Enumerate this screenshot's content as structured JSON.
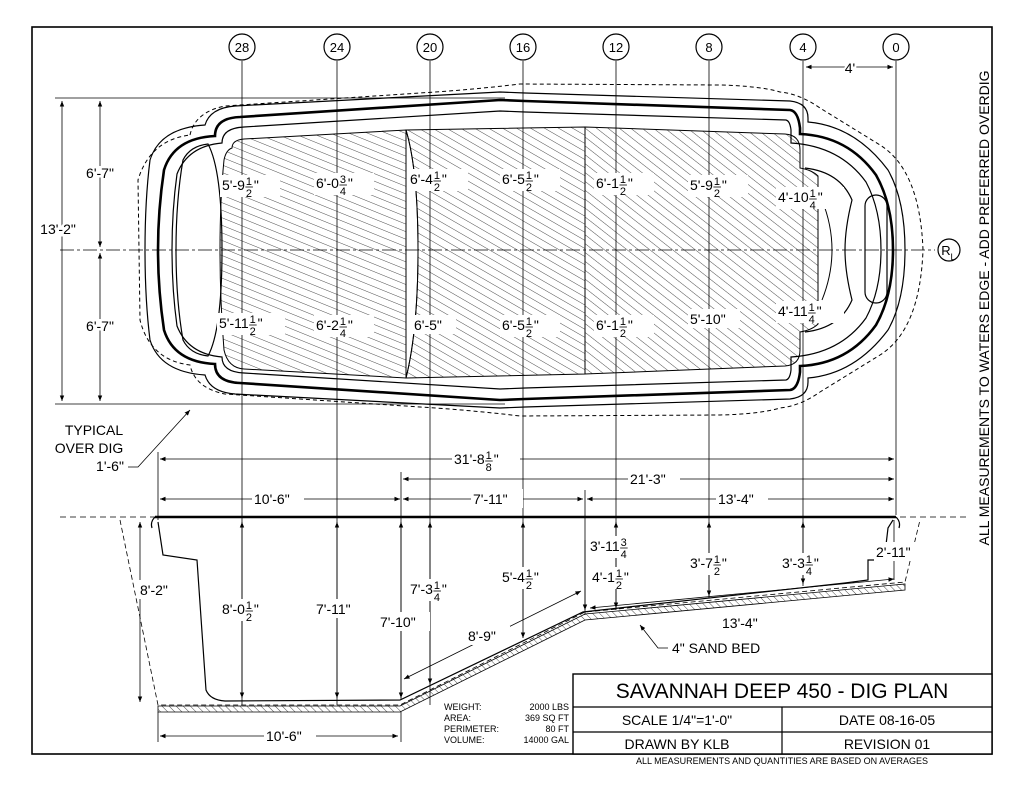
{
  "title_block": {
    "title": "SAVANNAH DEEP 450 - DIG PLAN",
    "scale": "SCALE 1/4\"=1'-0\"",
    "date": "DATE 08-16-05",
    "drawn_by": "DRAWN BY KLB",
    "revision": "REVISION 01",
    "footnote": "ALL MEASUREMENTS AND QUANTITIES ARE BASED ON AVERAGES"
  },
  "specs": [
    {
      "label": "WEIGHT:",
      "value": "2000 LBS"
    },
    {
      "label": "AREA:",
      "value": "369 SQ FT"
    },
    {
      "label": "PERIMETER:",
      "value": "80 FT"
    },
    {
      "label": "VOLUME:",
      "value": "14000 GAL"
    }
  ],
  "side_note": "ALL MEASUREMENTS TO WATERS EDGE - ADD PREFERRED OVERDIG",
  "stations": [
    "28",
    "24",
    "20",
    "16",
    "12",
    "8",
    "4",
    "0"
  ],
  "centerline_symbol": "R",
  "centerline_sub": "L",
  "plan": {
    "offset_4": "4'",
    "overall_width": "13'-2\"",
    "half_width_top": "6'-7\"",
    "half_width_bottom": "6'-7\"",
    "overdig_1": "TYPICAL",
    "overdig_2": "OVER DIG",
    "overdig_3": "1'-6\"",
    "depth_labels": [
      {
        "w": "5'-9",
        "n": "1",
        "d": "2",
        "s": "\""
      },
      {
        "w": "6'-0",
        "n": "3",
        "d": "4",
        "s": "\""
      },
      {
        "w": "6'-4",
        "n": "1",
        "d": "2",
        "s": "\""
      },
      {
        "w": "6'-5",
        "n": "1",
        "d": "2",
        "s": "\""
      },
      {
        "w": "6'-1",
        "n": "1",
        "d": "2",
        "s": "\""
      },
      {
        "w": "5'-9",
        "n": "1",
        "d": "2",
        "s": "\""
      },
      {
        "w": "4'-10",
        "n": "1",
        "d": "4",
        "s": "\""
      },
      {
        "w": "5'-11",
        "n": "1",
        "d": "2",
        "s": "\""
      },
      {
        "w": "6'-2",
        "n": "1",
        "d": "4",
        "s": "\""
      },
      {
        "w": "6'-5\"",
        "n": "",
        "d": "",
        "s": ""
      },
      {
        "w": "6'-5",
        "n": "1",
        "d": "2",
        "s": "\""
      },
      {
        "w": "6'-1",
        "n": "1",
        "d": "2",
        "s": "\""
      },
      {
        "w": "5'-10\"",
        "n": "",
        "d": "",
        "s": ""
      },
      {
        "w": "4'-11",
        "n": "1",
        "d": "4",
        "s": "\""
      }
    ]
  },
  "length_dims": {
    "overall": {
      "w": "31'-8",
      "n": "1",
      "d": "8"
    },
    "partial": "21'-3\"",
    "seg_a": "10'-6\"",
    "seg_b": "7'-11\"",
    "seg_c": "13'-4\""
  },
  "section": {
    "labels": [
      {
        "w": "8'-2\"",
        "n": "",
        "d": "",
        "s": ""
      },
      {
        "w": "8'-0",
        "n": "1",
        "d": "2",
        "s": "\""
      },
      {
        "w": "7'-11\"",
        "n": "",
        "d": "",
        "s": ""
      },
      {
        "w": "7'-3",
        "n": "1",
        "d": "4",
        "s": "\""
      },
      {
        "w": "7'-10\"",
        "n": "",
        "d": "",
        "s": ""
      },
      {
        "w": "5'-4",
        "n": "1",
        "d": "2",
        "s": "\""
      },
      {
        "w": "4'-1",
        "n": "1",
        "d": "2",
        "s": "\""
      },
      {
        "w": "3'-11",
        "n": "3",
        "d": "4",
        "s": ""
      },
      {
        "w": "3'-7",
        "n": "1",
        "d": "2",
        "s": "\""
      },
      {
        "w": "3'-3",
        "n": "1",
        "d": "4",
        "s": "\""
      },
      {
        "w": "2'-11\"",
        "n": "",
        "d": "",
        "s": ""
      },
      {
        "w": "8'-9\"",
        "n": "",
        "d": "",
        "s": ""
      },
      {
        "w": "13'-4\"",
        "n": "",
        "d": "",
        "s": ""
      },
      {
        "w": "10'-6\"",
        "n": "",
        "d": "",
        "s": ""
      }
    ],
    "sand_bed": "4\" SAND BED"
  }
}
